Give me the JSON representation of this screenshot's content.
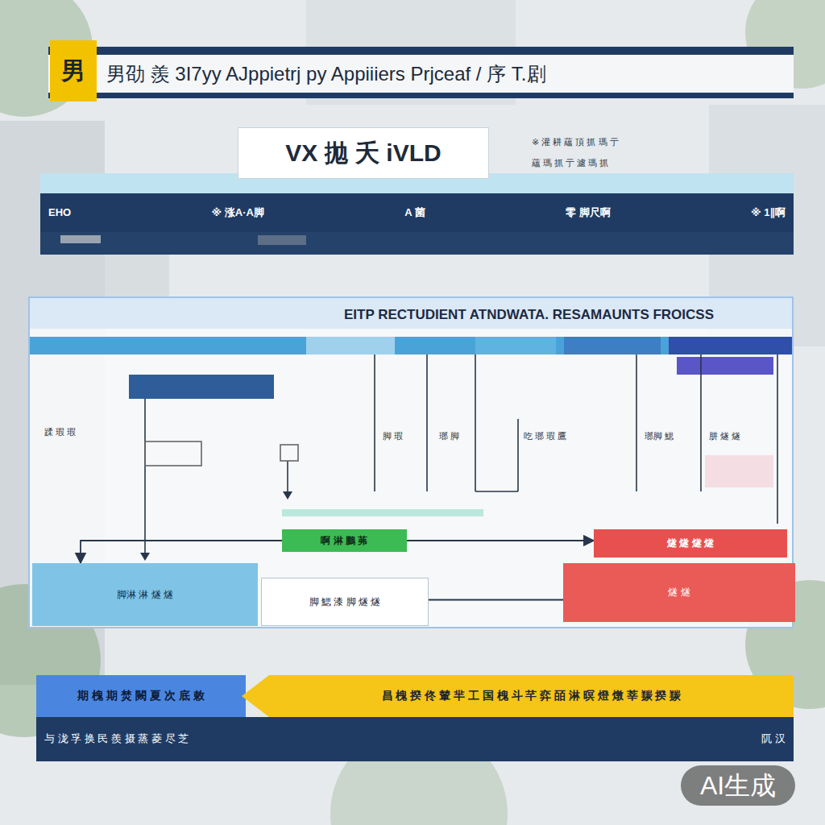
{
  "diagram": {
    "title": "男劭 羨 3I7yy AJppietrj py Appiiiers Prjceaf / 序 T.剧",
    "nodes": [
      {
        "text": [
          "男"
        ]
      },
      {
        "text": [
          "VX 拋 夭 iVLD"
        ]
      },
      {
        "text": [
          "EHO",
          "※ 涨A·A脚",
          "A 菌",
          "零 脚尺啊",
          "※ 1∥啊"
        ]
      },
      {
        "text": [
          "EITP RECTUDIENT ATNDWATA. RESAMAUNTS FROICSS"
        ]
      },
      {
        "text": [
          "啊 淋 鵬 茀"
        ],
        "in": 3
      },
      {
        "text": [
          "燧 燧 燧 燧"
        ],
        "in": 3
      },
      {
        "text": [
          "脚淋 淋 燧 燧"
        ],
        "in": 3
      },
      {
        "text": [
          "脚 鰓 漆 脚 燧 燧"
        ],
        "in": 3
      },
      {
        "text": [
          "燧 燧"
        ],
        "in": 3
      },
      {
        "text": [
          "期 槐 期 焚 闕 夏 次 底 敕"
        ]
      },
      {
        "text": [
          "昌 槐 揆 佟 輦 羋 工 国 槐 斗 芊 弈 皕 淋 暝 燈 燉 莘 羰 揆 羰"
        ]
      },
      {
        "text": [
          "与 泷 孚 换 民 羨 摄 蒸 菱 尽 芝",
          "阢 汉"
        ]
      }
    ],
    "edges": [
      {
        "from": 4,
        "to": 5,
        "arrow": "to"
      },
      {
        "from": 4,
        "to": 6,
        "arrow": "to"
      },
      {
        "from": 7,
        "to": 8,
        "arrow": "none"
      }
    ],
    "labels": [
      "※ 灌 耕 蘊 頂 抓 瑪 亍",
      "蘊 瑪 抓 亍 濾 瑪 抓",
      "蹂 瑕 瑕",
      "脚 瑕",
      "瑯 脚",
      "吃 瑯 瑕 鷹",
      "瑯脚 鰓",
      "肼 燧 燧",
      "AI生成"
    ]
  }
}
